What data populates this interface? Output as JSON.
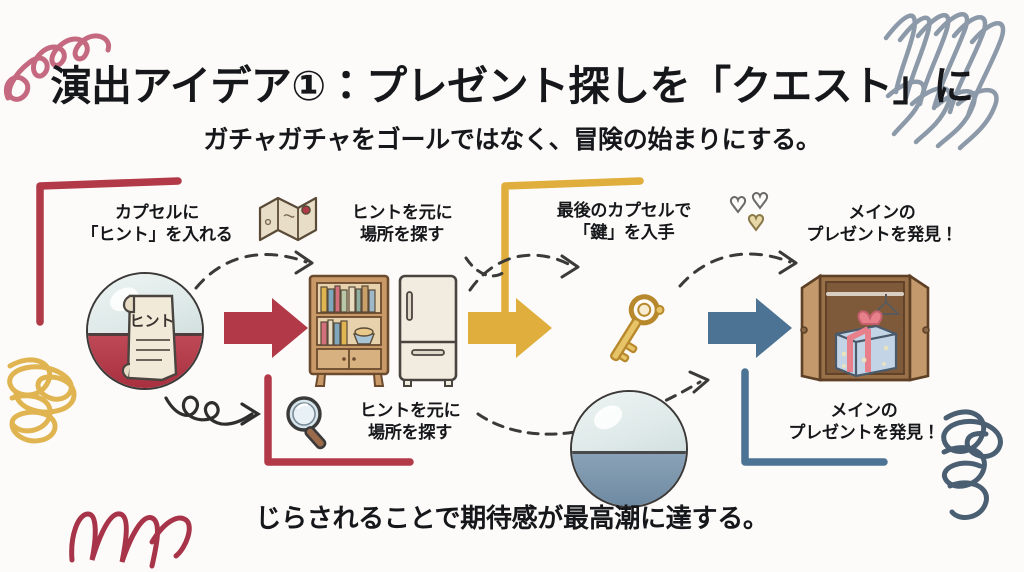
{
  "slide": {
    "title": "演出アイデア①：プレゼント探しを「クエスト」に",
    "subtitle": "ガチャガチャをゴールではなく、冒険の始まりにする。",
    "caption": "じらされることで期待感が最高潮に達する。"
  },
  "labels": {
    "step1": "カプセルに\n「ヒント」を入れる",
    "step2": "ヒントを元に\n場所を探す",
    "step3": "最後のカプセルで\n「鍵」を入手",
    "step4": "メインの\nプレゼントを発見！",
    "step2_lower": "ヒントを元に\n場所を探す",
    "step4_lower": "メインの\nプレゼントを発見！"
  },
  "icons": {
    "map": "map-icon",
    "magnifier": "magnifier-icon",
    "sparkle": "sparkle-icon",
    "capsule_hint": "gachapon-capsule-hint-icon",
    "capsule_key": "gachapon-capsule-key-icon",
    "bookshelf": "bookshelf-icon",
    "fridge": "refrigerator-icon",
    "wardrobe": "wardrobe-with-gift-icon",
    "gift": "gift-box-icon",
    "hint_scroll_text": "ヒント"
  },
  "colors": {
    "background": "#fdfbf9",
    "text": "#15171a",
    "arrow_red": "#b23a48",
    "arrow_yellow": "#e0ae3c",
    "arrow_blue": "#4c7394",
    "bracket_red": "#b23a48",
    "bracket_yellow": "#e0ae3c",
    "bracket_blue": "#4c7394",
    "scribble_pink": "#c4697f",
    "scribble_grey_blue": "#7d8a9c",
    "scribble_gold": "#e0b450",
    "scribble_dark_red": "#a8344a",
    "scribble_slate": "#4a5f72",
    "capsule_hint_bottom": "#b23a48",
    "capsule_key_bottom": "#7a93a8",
    "key_gold": "#d8ab3e",
    "wardrobe_wood": "#b08158",
    "gift_blue": "#c3d4e6",
    "gift_ribbon": "#e8808c"
  }
}
